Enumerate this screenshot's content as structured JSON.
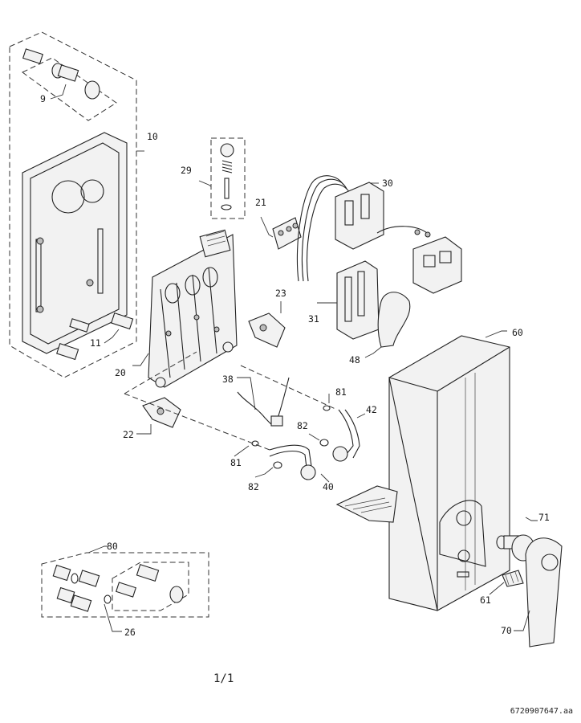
{
  "diagram": {
    "labels": [
      "9",
      "10",
      "11",
      "20",
      "21",
      "22",
      "23",
      "26",
      "29",
      "30",
      "31",
      "38",
      "40",
      "42",
      "48",
      "60",
      "61",
      "70",
      "71",
      "80",
      "81",
      "81",
      "82",
      "82"
    ]
  },
  "footer": {
    "page": "1/1",
    "doc_id": "6720907647.aa"
  }
}
